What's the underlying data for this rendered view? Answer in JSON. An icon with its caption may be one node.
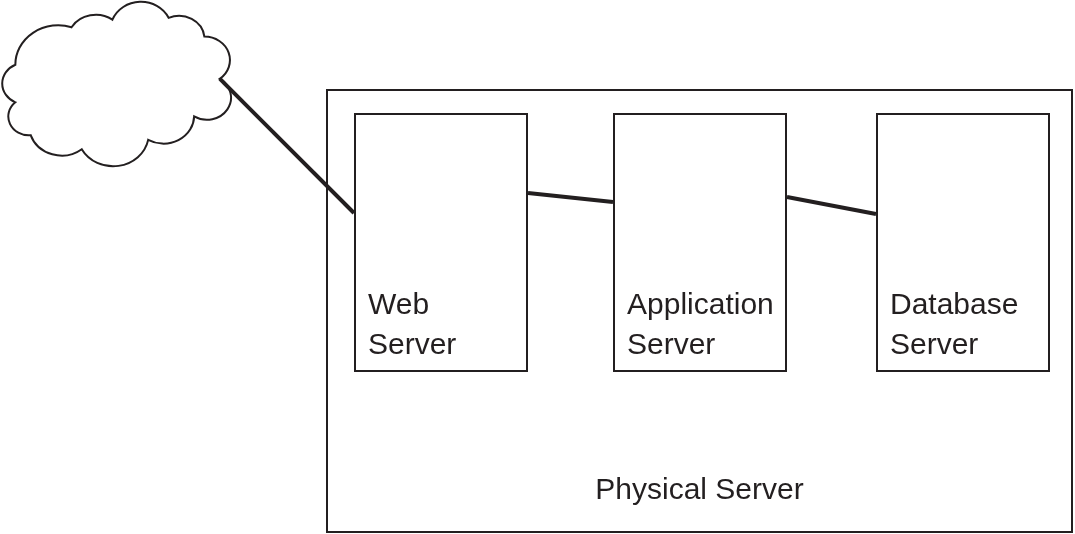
{
  "diagram": {
    "nodes": [
      {
        "text": [],
        "shape": "cloud"
      },
      {
        "text": [
          "Physical Server"
        ]
      },
      {
        "text": [
          "Web Server"
        ],
        "in": 1
      },
      {
        "text": [
          "Application Server"
        ],
        "in": 1
      },
      {
        "text": [
          "Database Server"
        ],
        "in": 1
      }
    ],
    "edges": [
      {
        "from": 0,
        "to": 2,
        "arrow": "none"
      },
      {
        "from": 2,
        "to": 3,
        "arrow": "none"
      },
      {
        "from": 3,
        "to": 4,
        "arrow": "none"
      }
    ]
  }
}
